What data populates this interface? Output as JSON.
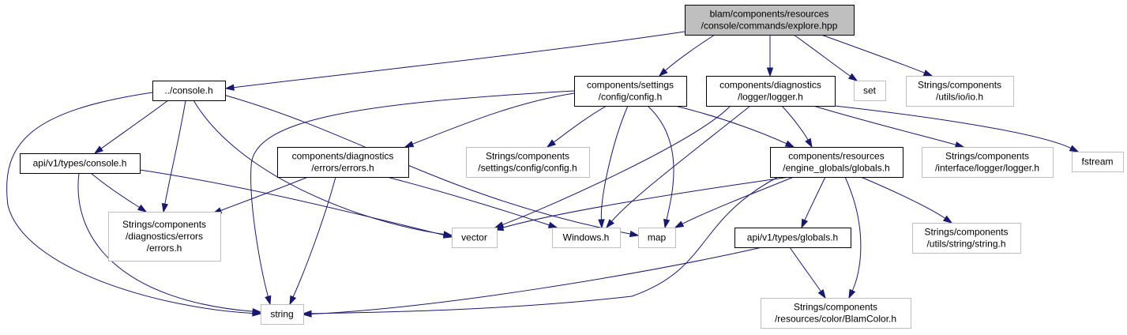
{
  "diagram": {
    "type": "include-dependency-graph",
    "colors": {
      "edge": "#191970",
      "root_fill": "#bfbfbf",
      "node_border": "#000000",
      "external_border": "#bfbfbf",
      "text": "#000000"
    },
    "nodes": [
      {
        "id": "explore",
        "lines": [
          "blam/components/resources",
          "/console/commands/explore.hpp"
        ],
        "style": "root"
      },
      {
        "id": "console_h",
        "lines": [
          "../console.h"
        ],
        "style": "normal"
      },
      {
        "id": "config_h",
        "lines": [
          "components/settings",
          "/config/config.h"
        ],
        "style": "normal"
      },
      {
        "id": "logger_h",
        "lines": [
          "components/diagnostics",
          "/logger/logger.h"
        ],
        "style": "normal"
      },
      {
        "id": "set",
        "lines": [
          "set"
        ],
        "style": "external"
      },
      {
        "id": "str_io",
        "lines": [
          "Strings/components",
          "/utils/io/io.h"
        ],
        "style": "external"
      },
      {
        "id": "api_console",
        "lines": [
          "api/v1/types/console.h"
        ],
        "style": "normal"
      },
      {
        "id": "errors_h",
        "lines": [
          "components/diagnostics",
          "/errors/errors.h"
        ],
        "style": "normal"
      },
      {
        "id": "str_config",
        "lines": [
          "Strings/components",
          "/settings/config/config.h"
        ],
        "style": "external"
      },
      {
        "id": "globals_h",
        "lines": [
          "components/resources",
          "/engine_globals/globals.h"
        ],
        "style": "normal"
      },
      {
        "id": "str_logger",
        "lines": [
          "Strings/components",
          "/interface/logger/logger.h"
        ],
        "style": "external"
      },
      {
        "id": "fstream",
        "lines": [
          "fstream"
        ],
        "style": "external"
      },
      {
        "id": "str_errors",
        "lines": [
          "Strings/components",
          "/diagnostics/errors",
          "/errors.h"
        ],
        "style": "external"
      },
      {
        "id": "vector",
        "lines": [
          "vector"
        ],
        "style": "external"
      },
      {
        "id": "windows_h",
        "lines": [
          "Windows.h"
        ],
        "style": "external"
      },
      {
        "id": "map",
        "lines": [
          "map"
        ],
        "style": "external"
      },
      {
        "id": "api_globals",
        "lines": [
          "api/v1/types/globals.h"
        ],
        "style": "normal"
      },
      {
        "id": "str_string",
        "lines": [
          "Strings/components",
          "/utils/string/string.h"
        ],
        "style": "external"
      },
      {
        "id": "string",
        "lines": [
          "string"
        ],
        "style": "external"
      },
      {
        "id": "str_blamcolor",
        "lines": [
          "Strings/components",
          "/resources/color/BlamColor.h"
        ],
        "style": "external"
      }
    ],
    "edges": [
      {
        "from": "explore",
        "to": "console_h"
      },
      {
        "from": "explore",
        "to": "config_h"
      },
      {
        "from": "explore",
        "to": "logger_h"
      },
      {
        "from": "explore",
        "to": "set"
      },
      {
        "from": "explore",
        "to": "str_io"
      },
      {
        "from": "console_h",
        "to": "api_console"
      },
      {
        "from": "console_h",
        "to": "str_errors"
      },
      {
        "from": "console_h",
        "to": "vector"
      },
      {
        "from": "console_h",
        "to": "map"
      },
      {
        "from": "console_h",
        "to": "string"
      },
      {
        "from": "config_h",
        "to": "errors_h"
      },
      {
        "from": "config_h",
        "to": "str_config"
      },
      {
        "from": "config_h",
        "to": "windows_h"
      },
      {
        "from": "config_h",
        "to": "map"
      },
      {
        "from": "config_h",
        "to": "globals_h"
      },
      {
        "from": "config_h",
        "to": "string"
      },
      {
        "from": "logger_h",
        "to": "globals_h"
      },
      {
        "from": "logger_h",
        "to": "str_logger"
      },
      {
        "from": "logger_h",
        "to": "fstream"
      },
      {
        "from": "logger_h",
        "to": "vector"
      },
      {
        "from": "logger_h",
        "to": "windows_h"
      },
      {
        "from": "api_console",
        "to": "str_errors"
      },
      {
        "from": "api_console",
        "to": "vector"
      },
      {
        "from": "api_console",
        "to": "string"
      },
      {
        "from": "errors_h",
        "to": "str_errors"
      },
      {
        "from": "errors_h",
        "to": "windows_h"
      },
      {
        "from": "errors_h",
        "to": "string"
      },
      {
        "from": "globals_h",
        "to": "vector"
      },
      {
        "from": "globals_h",
        "to": "map"
      },
      {
        "from": "globals_h",
        "to": "api_globals"
      },
      {
        "from": "globals_h",
        "to": "str_string"
      },
      {
        "from": "globals_h",
        "to": "str_blamcolor"
      },
      {
        "from": "globals_h",
        "to": "string"
      },
      {
        "from": "api_globals",
        "to": "string"
      },
      {
        "from": "api_globals",
        "to": "str_blamcolor"
      }
    ]
  }
}
